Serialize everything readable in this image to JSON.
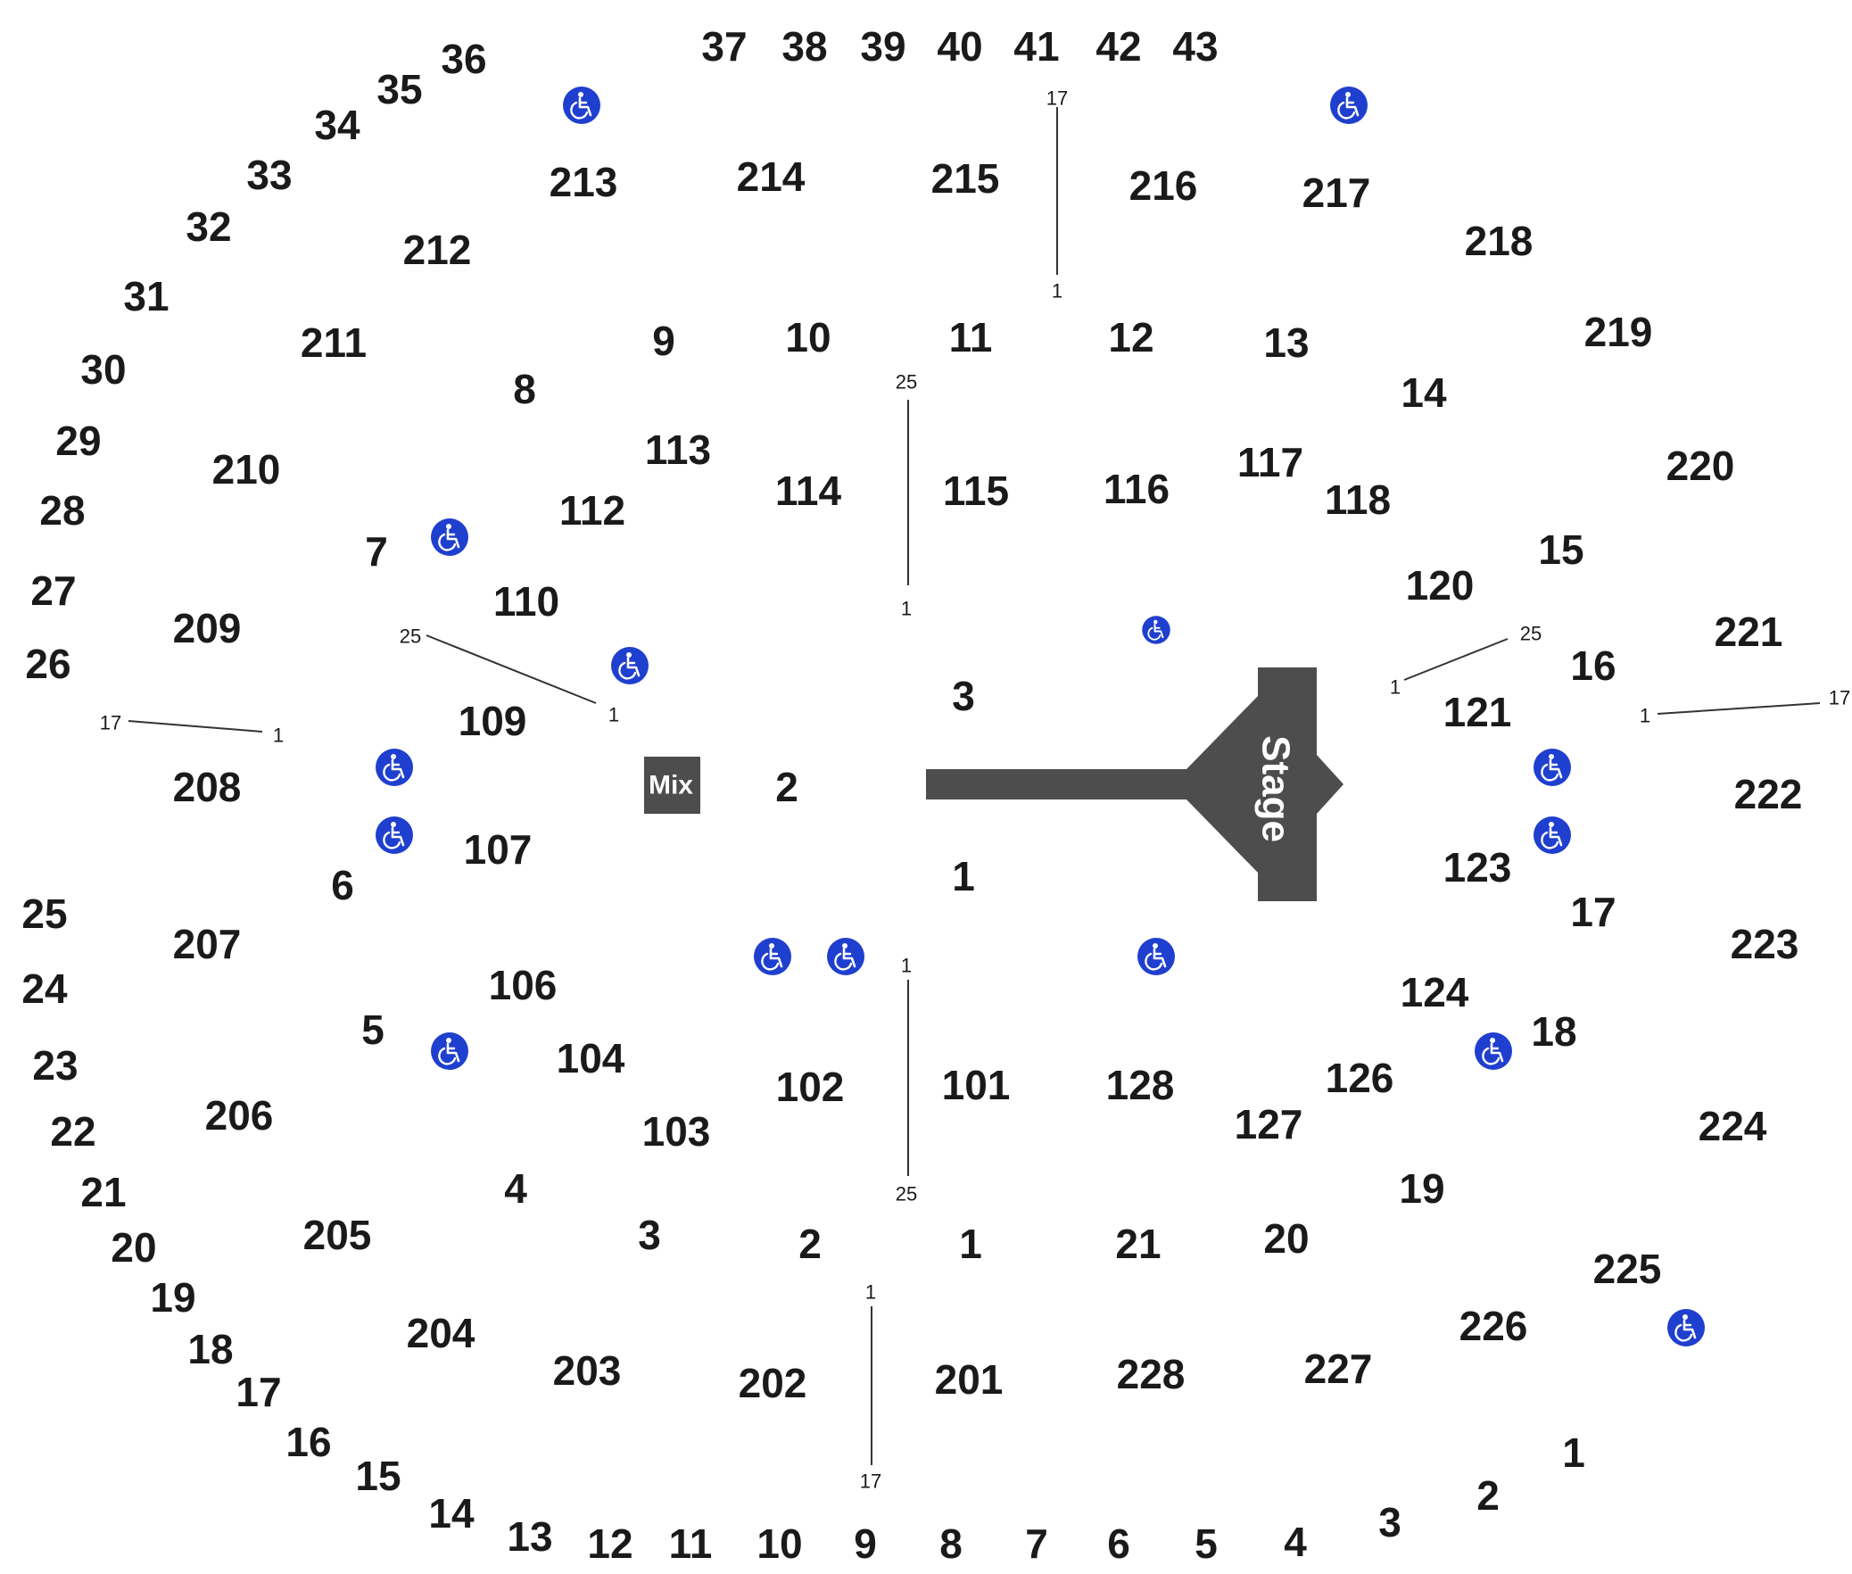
{
  "colors": {
    "stage": "#4d4d4d",
    "accessible_badge": "#1f3fcf",
    "text": "#1a1a1a"
  },
  "stage": {
    "label": "Stage"
  },
  "mix": {
    "label": "Mix"
  },
  "sections": {
    "upper_200": [
      "201",
      "202",
      "203",
      "204",
      "205",
      "206",
      "207",
      "208",
      "209",
      "210",
      "211",
      "212",
      "213",
      "214",
      "215",
      "216",
      "217",
      "218",
      "219",
      "220",
      "221",
      "222",
      "223",
      "224",
      "225",
      "226",
      "227",
      "228"
    ],
    "lower_100": [
      "101",
      "102",
      "103",
      "104",
      "106",
      "107",
      "109",
      "110",
      "112",
      "113",
      "114",
      "115",
      "116",
      "117",
      "118",
      "120",
      "121",
      "123",
      "124",
      "126",
      "127",
      "128"
    ],
    "floor": [
      "1",
      "2",
      "3"
    ],
    "portals_inner": [
      "1",
      "2",
      "3",
      "4",
      "5",
      "6",
      "7",
      "8",
      "9",
      "10",
      "11",
      "12",
      "13",
      "14",
      "15",
      "16",
      "17",
      "18",
      "19",
      "20",
      "21"
    ],
    "portals_outer": [
      "1",
      "2",
      "3",
      "4",
      "5",
      "6",
      "7",
      "8",
      "9",
      "10",
      "11",
      "12",
      "13",
      "14",
      "15",
      "16",
      "17",
      "18",
      "19",
      "20",
      "21",
      "22",
      "23",
      "24",
      "25",
      "26",
      "27",
      "28",
      "29",
      "30",
      "31",
      "32",
      "33",
      "34",
      "35",
      "36",
      "37",
      "38",
      "39",
      "40",
      "41",
      "42",
      "43"
    ]
  },
  "row_markers": [
    {
      "start": "17",
      "end": "1"
    },
    {
      "start": "25",
      "end": "1"
    },
    {
      "start": "25",
      "end": "1"
    },
    {
      "start": "17",
      "end": "1"
    },
    {
      "start": "1",
      "end": "25"
    },
    {
      "start": "1",
      "end": "17"
    },
    {
      "start": "25",
      "end": "1"
    },
    {
      "start": "17",
      "end": "1"
    }
  ],
  "icons": {
    "accessible": "wheelchair-icon"
  }
}
